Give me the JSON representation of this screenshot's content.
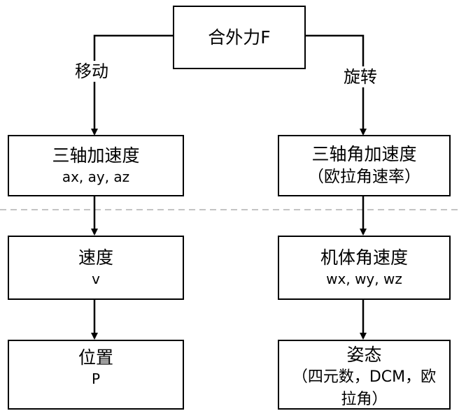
{
  "top": {
    "title": "合外力F"
  },
  "edges": {
    "left_label": "移动",
    "right_label": "旋转"
  },
  "left": {
    "accel": {
      "title": "三轴加速度",
      "sub": "ax, ay, az"
    },
    "velocity": {
      "title": "速度",
      "sub": "v"
    },
    "position": {
      "title": "位置",
      "sub": "P"
    }
  },
  "right": {
    "angular_accel": {
      "title": "三轴角加速度",
      "sub": "（欧拉角速率）"
    },
    "body_rate": {
      "title": "机体角速度",
      "sub": "wx, wy, wz"
    },
    "attitude": {
      "title": "姿态",
      "sub": "（四元数，DCM，欧",
      "sub2": "拉角）"
    }
  }
}
